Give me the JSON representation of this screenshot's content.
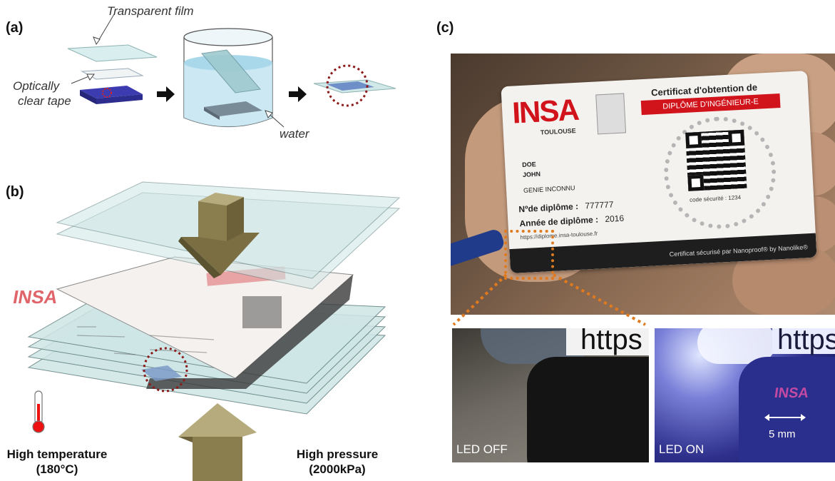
{
  "panels": {
    "a": {
      "label": "(a)",
      "film_label": "Transparent film",
      "tape_label_1": "Optically",
      "tape_label_2": "clear tape",
      "water_label": "water"
    },
    "b": {
      "label": "(b)",
      "temp_line1": "High temperature",
      "temp_line2": "(180°C)",
      "press_line1": "High pressure",
      "press_line2": "(2000kPa)"
    },
    "c": {
      "label": "(c)",
      "card": {
        "brand": "INSA",
        "city": "TOULOUSE",
        "cert_title": "Certificat d'obtention de",
        "banner": "DIPLÔME D'INGÉNIEUR-E",
        "surname": "DOE",
        "firstname": "JOHN",
        "speciality": "GENIE INCONNU",
        "diploma_no_label": "Nºde diplôme :",
        "diploma_no": "777777",
        "year_label": "Année de diplôme :",
        "year": "2016",
        "url": "https://diplome.insa-toulouse.fr",
        "security_code": "code sécurité : 1234",
        "footer": "Certificat sécurisé par Nanoproof® by Nanolike®"
      },
      "zoom_text": "https",
      "led_off": "LED OFF",
      "led_on": "LED ON",
      "scale": "5 mm",
      "mini_logo": "INSA"
    }
  },
  "colors": {
    "arrow": "#8a7d4e",
    "glass": "#cfe6e6",
    "dotted_circle": "#8b1a1a",
    "zoom_box": "#e07a1f",
    "insa_red": "#d1131b"
  }
}
